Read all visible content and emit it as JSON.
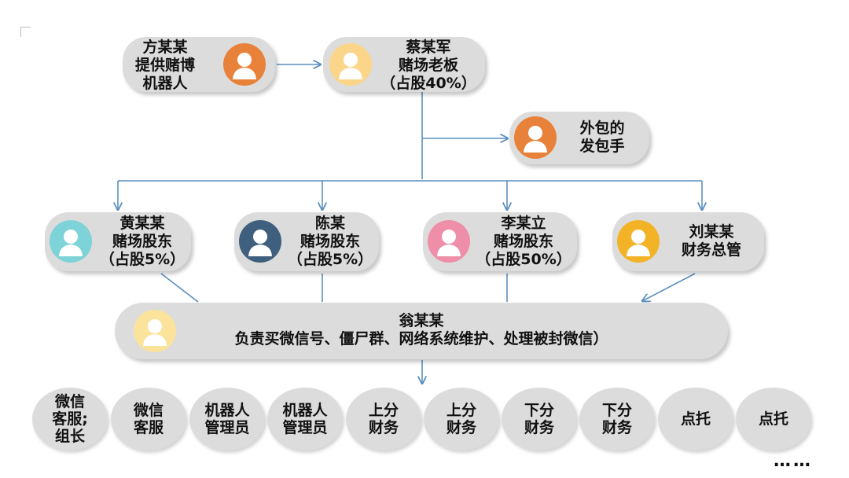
{
  "diagram": {
    "top": {
      "fang": {
        "lines": [
          "方某某",
          "提供赌博",
          "机器人"
        ],
        "avatar_color": "#e8823a"
      },
      "cai": {
        "lines": [
          "蔡某军",
          "赌场老板",
          "（占股40%）"
        ],
        "avatar_color": "#fbd58a"
      },
      "outsource": {
        "lines": [
          "外包的",
          "发包手"
        ],
        "avatar_color": "#e8823a"
      }
    },
    "shareholders": [
      {
        "lines": [
          "黄某某",
          "赌场股东",
          "（占股5%）"
        ],
        "avatar_color": "#7ed3d8"
      },
      {
        "lines": [
          "陈某",
          "赌场股东",
          "（占股5%）"
        ],
        "avatar_color": "#3e5f7e"
      },
      {
        "lines": [
          "李某立",
          "赌场股东",
          "（占股50%）"
        ],
        "avatar_color": "#ee8ea8"
      },
      {
        "lines": [
          "刘某某",
          "财务总管"
        ],
        "avatar_color": "#f3b327"
      }
    ],
    "weng": {
      "lines": [
        "翁某某",
        "负责买微信号、僵尸群、网络系统维护、处理被封微信）"
      ],
      "avatar_color": "#fbe39c"
    },
    "staff": [
      {
        "lines": [
          "微信",
          "客服;",
          "组长"
        ]
      },
      {
        "lines": [
          "微信",
          "客服"
        ]
      },
      {
        "lines": [
          "机器人",
          "管理员"
        ]
      },
      {
        "lines": [
          "机器人",
          "管理员"
        ]
      },
      {
        "lines": [
          "上分",
          "财务"
        ]
      },
      {
        "lines": [
          "上分",
          "财务"
        ]
      },
      {
        "lines": [
          "下分",
          "财务"
        ]
      },
      {
        "lines": [
          "下分",
          "财务"
        ]
      },
      {
        "lines": [
          "点托"
        ]
      },
      {
        "lines": [
          "点托"
        ]
      }
    ],
    "more": "……",
    "line_color": "#5b8fbe"
  }
}
